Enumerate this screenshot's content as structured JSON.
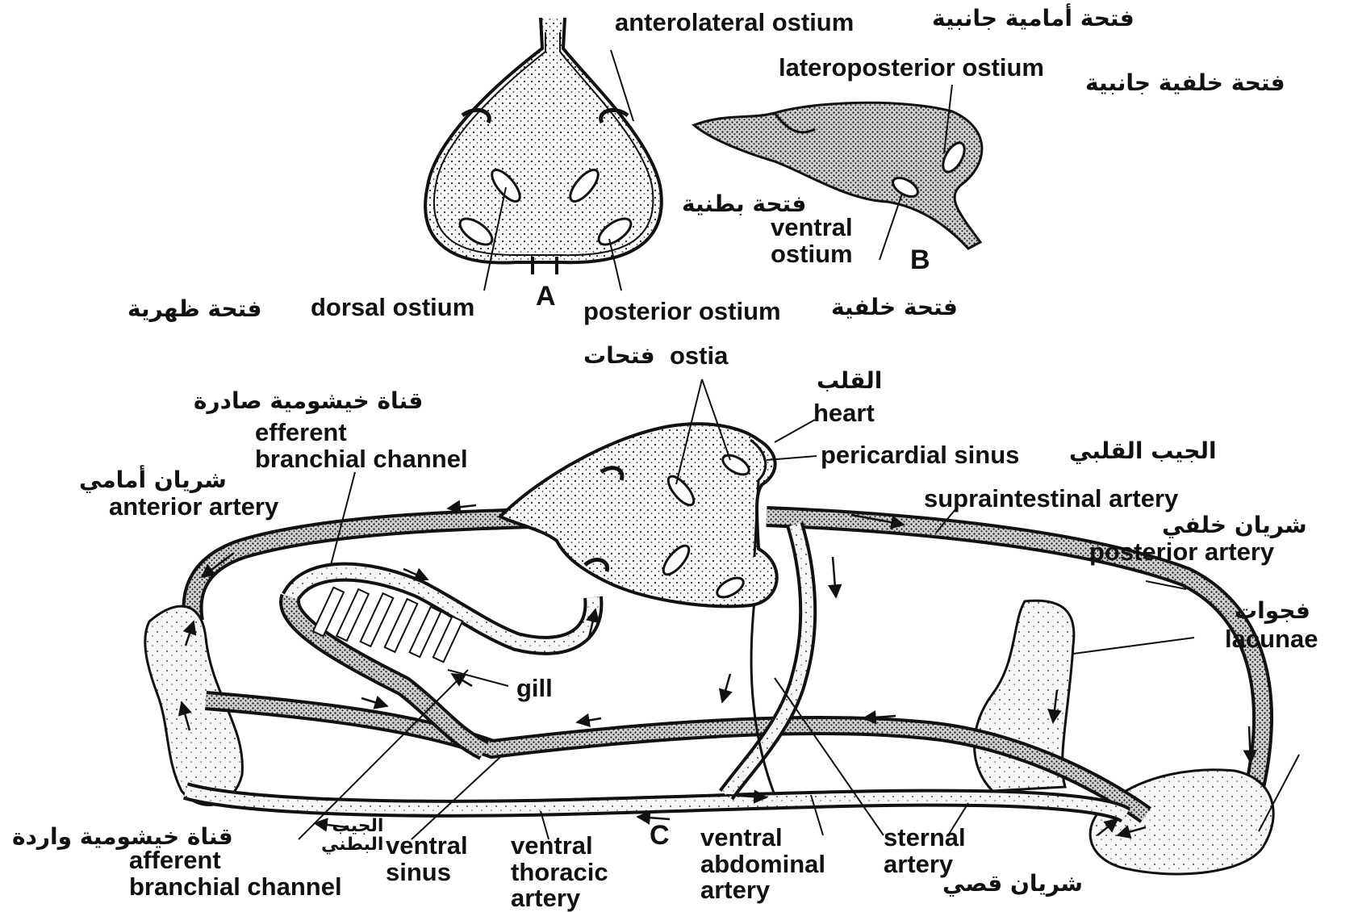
{
  "figure_a": {
    "panel_letter": "A",
    "anterolateral_ostium": {
      "en": "anterolateral ostium",
      "ar": "فتحة أمامية جانبية"
    },
    "dorsal_ostium": {
      "en": "dorsal ostium",
      "ar": "فتحة ظهرية"
    },
    "posterior_ostium": {
      "en": "posterior ostium",
      "ar": "فتحة خلفية"
    }
  },
  "figure_b": {
    "panel_letter": "B",
    "lateroposterior_ostium": {
      "en": "lateroposterior ostium",
      "ar": "فتحة خلفية جانبية"
    },
    "ventral_ostium": {
      "en": "ventral\nostium",
      "ar": "فتحة بطنية"
    }
  },
  "figure_c": {
    "panel_letter": "C",
    "ostia": {
      "en": "ostia",
      "ar": "فتحات"
    },
    "heart": {
      "en": "heart",
      "ar": "القلب"
    },
    "pericardial_sinus": {
      "en": "pericardial sinus",
      "ar": "الجيب القلبي"
    },
    "efferent_branchial_channel": {
      "en": "efferent\nbranchial channel",
      "ar": "قناة خيشومية صادرة"
    },
    "anterior_artery": {
      "en": "anterior artery",
      "ar": "شريان أمامي"
    },
    "supraintestinal_artery": {
      "en": "supraintestinal artery"
    },
    "posterior_artery": {
      "en": "posterior artery",
      "ar": "شريان خلفي"
    },
    "lacunae": {
      "en": "lacunae",
      "ar": "فجوات"
    },
    "gill": {
      "en": "gill"
    },
    "afferent_branchial_channel": {
      "en": "afferent\nbranchial channel",
      "ar": "قناة خيشومية واردة"
    },
    "ventral_sinus": {
      "en": "ventral\nsinus",
      "ar": "الجيب\nالبطني"
    },
    "ventral_thoracic_artery": {
      "en": "ventral\nthoracic\nartery"
    },
    "ventral_abdominal_artery": {
      "en": "ventral\nabdominal\nartery"
    },
    "sternal_artery": {
      "en": "sternal\nartery",
      "ar": "شريان قصي"
    }
  },
  "colors": {
    "ink": "#111111",
    "background": "#ffffff",
    "stipple": "#f2f2f2"
  }
}
